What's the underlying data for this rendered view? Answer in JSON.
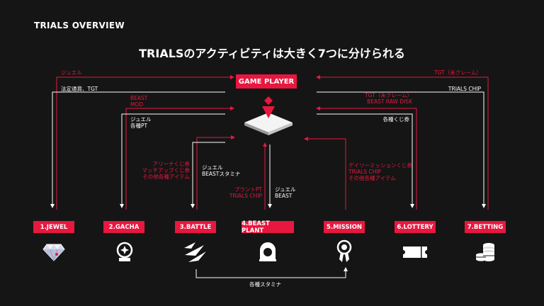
{
  "header": {
    "overview": "TRIALS OVERVIEW",
    "title": "TRIALSのアクティビティは大きく7つに分けられる"
  },
  "center": {
    "game_player": "GAME PLAYER"
  },
  "flows": {
    "jewel_in": "ジュエル",
    "jewel_out": "法定通貨、TGT",
    "beast_mod": "BEAST\nMOD",
    "gacha_out": "ジュエル\n各種PT",
    "battle_in": "アリーナくじ券\nマッチアップくじ券\nその他各種アイテム",
    "battle_out": "ジュエル\nBEASTスタミナ",
    "plant_in": "プラントPT\nTRIALS CHIP",
    "plant_out": "ジュエル\nBEAST",
    "mission_in": "デイリーミッションくじ券\nTRIALS CHIP\nその他各種アイテム",
    "lottery_in": "TGT（未クレーム）\nBEAST RAW DISK",
    "lottery_out": "各種くじ券",
    "betting_in": "TGT（未クレーム）",
    "betting_out": "TRIALS CHIP",
    "stamina_link": "各種スタミナ"
  },
  "activities": [
    {
      "label": "1.JEWEL",
      "icon": "diamond-icon"
    },
    {
      "label": "2.GACHA",
      "icon": "gacha-machine-icon"
    },
    {
      "label": "3.BATTLE",
      "icon": "claw-slash-icon"
    },
    {
      "label": "4.BEAST PLANT",
      "icon": "capsule-pod-icon"
    },
    {
      "label": "5.MISSION",
      "icon": "award-ribbon-icon"
    },
    {
      "label": "6.LOTTERY",
      "icon": "ticket-icon"
    },
    {
      "label": "7.BETTING",
      "icon": "coin-stack-icon"
    }
  ],
  "colors": {
    "accent": "#e8173f",
    "background": "#151515",
    "line": "#ffffff"
  }
}
